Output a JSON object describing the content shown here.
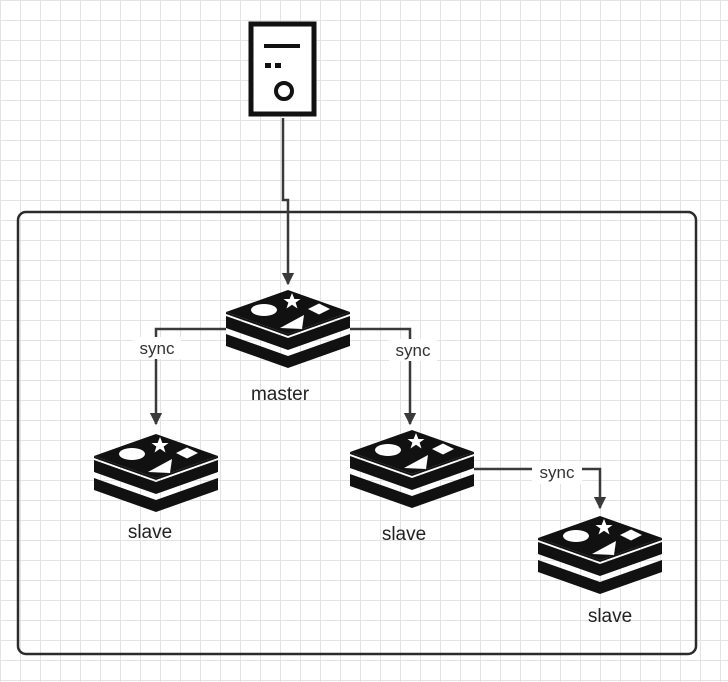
{
  "nodes": {
    "master": {
      "label": "master"
    },
    "slave_left": {
      "label": "slave"
    },
    "slave_middle": {
      "label": "slave"
    },
    "slave_right": {
      "label": "slave"
    }
  },
  "edges": [
    {
      "from": "master",
      "to": "slave_left",
      "label": "sync"
    },
    {
      "from": "master",
      "to": "slave_middle",
      "label": "sync"
    },
    {
      "from": "slave_middle",
      "to": "slave_right",
      "label": "sync"
    }
  ],
  "icons": {
    "client": "server-icon",
    "node": "redis-icon"
  },
  "colors": {
    "icon": "#111111",
    "line": "#3a3a3a",
    "container_border": "#2b2b2b",
    "grid": "#e3e3e3"
  }
}
